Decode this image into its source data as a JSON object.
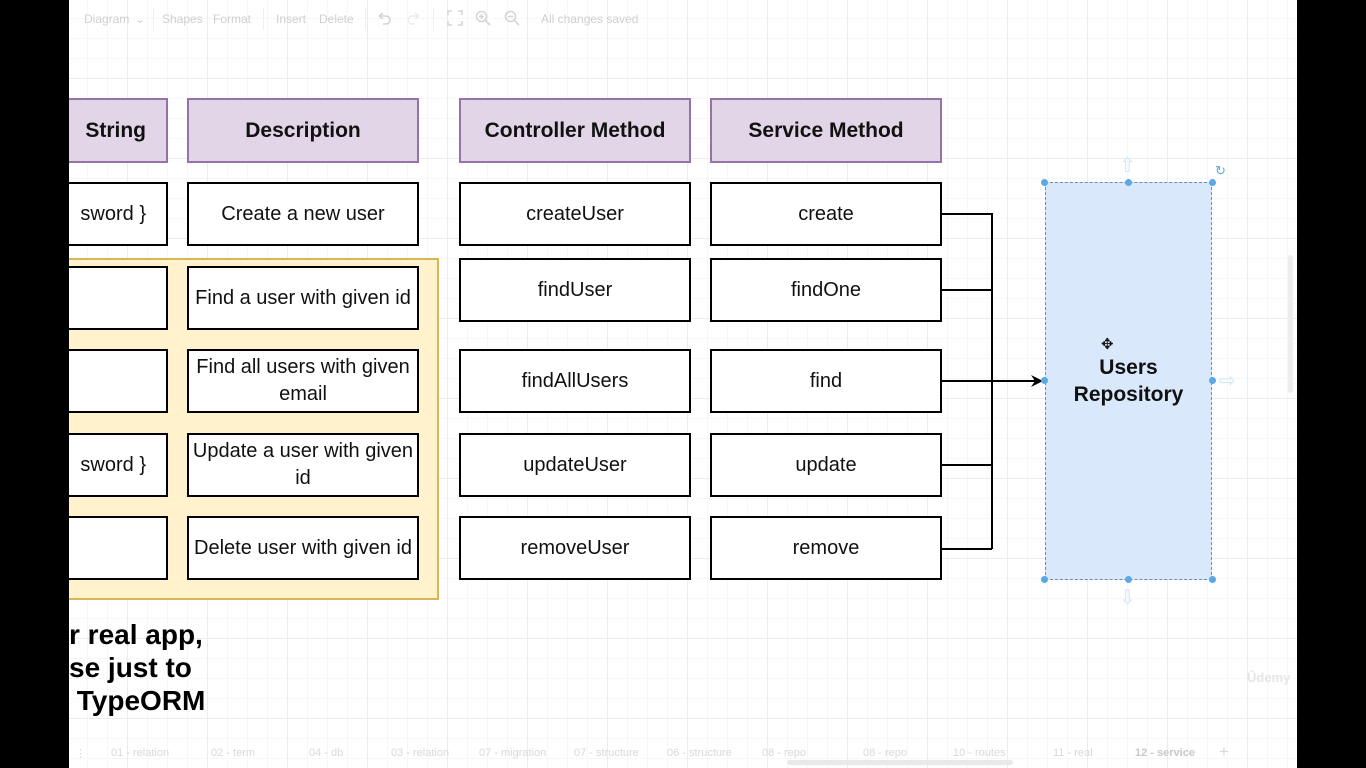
{
  "toolbar": {
    "diagram": "Diagram",
    "shapes": "Shapes",
    "format": "Format",
    "insert": "Insert",
    "delete": "Delete",
    "status": "All changes saved"
  },
  "table": {
    "headers": {
      "route": "String",
      "description": "Description",
      "controller": "Controller Method",
      "service": "Service Method"
    },
    "route_cells": [
      "sword }",
      "",
      "",
      "sword }",
      ""
    ],
    "descriptions": [
      "Create a new user",
      "Find a user with given id",
      "Find all users with given email",
      "Update a user with given id",
      "Delete user with given id"
    ],
    "controller_methods": [
      "createUser",
      "findUser",
      "findAllUsers",
      "updateUser",
      "removeUser"
    ],
    "service_methods": [
      "create",
      "findOne",
      "find",
      "update",
      "remove"
    ]
  },
  "repository": {
    "label": "Users Repository"
  },
  "note": {
    "lines": [
      "r real app,",
      "se just to",
      " TypeORM"
    ]
  },
  "page_tabs": [
    "01 - relation",
    "02 - term",
    "04 - db",
    "03 - relation",
    "07 - migration",
    "07 - structure",
    "06 - structure",
    "08 - repo",
    "08 - repo",
    "10 - routes",
    "11 - real",
    "12 - service"
  ],
  "active_tab": "12 - service",
  "watermark": "Ûdemy",
  "colors": {
    "header_fill": "#e1d5e7",
    "header_border": "#9673a6",
    "highlight_fill": "#fff2cc",
    "highlight_border": "#d6b656",
    "repo_fill": "#dae8fc",
    "selection": "#5aa9e6"
  }
}
